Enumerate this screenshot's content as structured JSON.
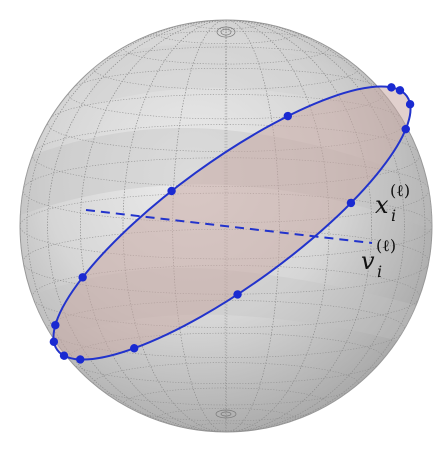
{
  "labels": {
    "x": {
      "base": "x",
      "sub": "i",
      "sup": "(ℓ)"
    },
    "v": {
      "base": "v",
      "sub": "i",
      "sup": "(ℓ)"
    }
  },
  "colors": {
    "sphere_fill": "#d4d4d4",
    "sphere_shade": "#b9b9b9",
    "sphere_mesh": "#8f8f8f",
    "disk_fill": "#c9a9a4",
    "curve": "#2233cc",
    "points": "#1a2ad1"
  },
  "diagram": {
    "curve_point_count": 14,
    "style": "dashed normal vector through sphere"
  }
}
